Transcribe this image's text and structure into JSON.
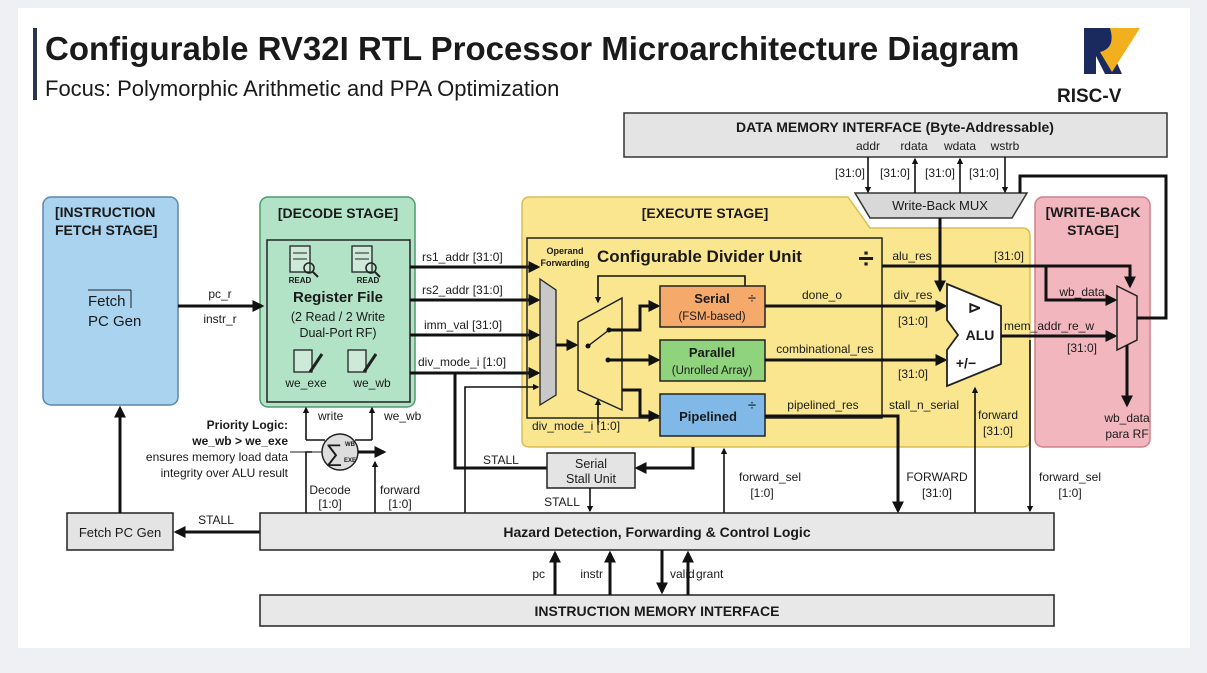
{
  "header": {
    "title": "Configurable RV32I RTL Processor Microarchitecture Diagram",
    "subtitle": "Focus: Polymorphic Arithmetic and PPA Optimization"
  },
  "logo": {
    "text": "RISC-V",
    "colors": {
      "navy": "#1b2a5e",
      "gold": "#f2b01e"
    }
  },
  "colors": {
    "fetch": "#a9d3ef",
    "decode": "#b3e3c6",
    "execute": "#f9e68f",
    "writeback": "#f2b6be",
    "serial": "#f5a96b",
    "parallel": "#8fd37c",
    "pipelined": "#80b9e8",
    "gray_block": "#e4e4e4"
  },
  "data_memory": {
    "title": "DATA MEMORY INTERFACE (Byte-Addressable)",
    "ports": [
      "addr",
      "rdata",
      "wdata",
      "wstrb"
    ],
    "bus_widths": [
      "[31:0]",
      "[31:0]",
      "[31:0]",
      "[31:0]"
    ]
  },
  "wb_mux": {
    "label": "Write-Back MUX"
  },
  "fetch_stage": {
    "title_line1": "[INSTRUCTION",
    "title_line2": "FETCH STAGE]",
    "block_line1": "Fetch",
    "block_line2": "PC Gen",
    "pc_r": "pc_r",
    "instr_r": "instr_r"
  },
  "decode_stage": {
    "title": "[DECODE STAGE]",
    "read_label": "READ",
    "rf_title": "Register File",
    "rf_line1": "(2 Read / 2 Write",
    "rf_line2": "Dual-Port RF)",
    "we_exe": "we_exe",
    "we_wb": "we_wb",
    "outputs": [
      "rs1_addr [31:0]",
      "rs2_addr [31:0]",
      "imm_val [31:0]",
      "div_mode_i [1:0]"
    ]
  },
  "priority": {
    "line1": "Priority Logic:",
    "line2": "we_wb > we_exe",
    "line3": "ensures memory load data",
    "line4": "integrity over ALU result",
    "write": "write",
    "we_wb": "we_wb",
    "sigma_top": "WB",
    "sigma_bottom": "EXE",
    "decode_l1": "Decode",
    "decode_l2": "[1:0]",
    "forward_l1": "forward",
    "forward_l2": "[1:0]"
  },
  "execute_stage": {
    "title": "[EXECUTE STAGE]",
    "operand_fwd_l1": "Operand",
    "operand_fwd_l2": "Forwarding",
    "divider_title": "Configurable Divider Unit",
    "divide_symbol": "÷",
    "serial_l1": "Serial",
    "serial_l2": "(FSM-based)",
    "parallel_l1": "Parallel",
    "parallel_l2": "(Unrolled Array)",
    "pipelined": "Pipelined",
    "div_mode": "div_mode_i [1:0]",
    "done_o": "done_o",
    "combinational_res": "combinational_res",
    "pipelined_res": "pipelined_res",
    "alu_res": "alu_res",
    "alu_res_width": "[31:0]",
    "div_res": "div_res",
    "div_res_width": "[31:0]",
    "comb_width": "[31:0]",
    "stall_n_serial": "stall_n_serial",
    "alu": "ALU",
    "alu_plusminus": "+/−",
    "forward_l1": "forward",
    "forward_l2": "[31:0]"
  },
  "writeback_stage": {
    "title_l1": "[WRITE-BACK",
    "title_l2": "STAGE]",
    "wb_data": "wb_data",
    "mem_addr": "mem_addr_re_w",
    "mem_addr_width": "[31:0]",
    "out_l1": "wb_data",
    "out_l2": "para RF"
  },
  "stall_unit": {
    "line1": "Serial",
    "line2": "Stall Unit",
    "stall_left": "STALL",
    "stall_down": "STALL"
  },
  "bottom": {
    "forward_sel_l1": "forward_sel",
    "forward_sel_l2": "[1:0]",
    "FORWARD_l1": "FORWARD",
    "FORWARD_l2": "[31:0]",
    "forward_sel2_l1": "forward_sel",
    "forward_sel2_l2": "[1:0]",
    "fetch_pc_gen": "Fetch PC Gen",
    "stall": "STALL",
    "hazard": "Hazard Detection, Forwarding & Control Logic",
    "imem": "INSTRUCTION MEMORY INTERFACE",
    "imem_signals": [
      "pc",
      "instr",
      "valid",
      "grant"
    ]
  }
}
